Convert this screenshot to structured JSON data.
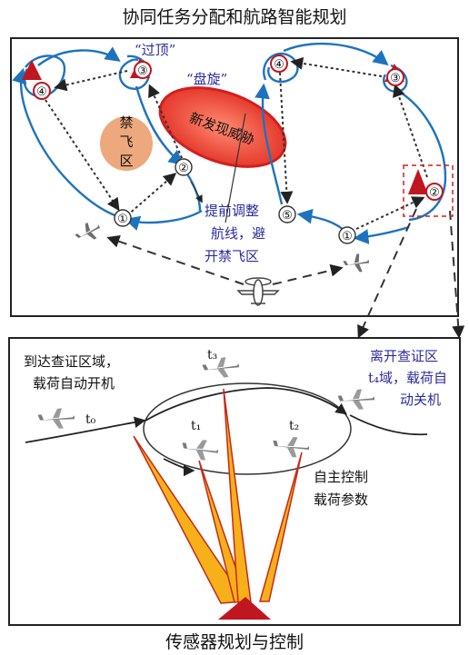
{
  "top_title": "协同任务分配和航路智能规划",
  "bottom_title": "传感器规划与控制",
  "top_panel": {
    "no_fly_zone": [
      "禁",
      "飞",
      "区"
    ],
    "new_threat": "新发现威胁",
    "overhead_label": "“过顶”",
    "circling_label": "“盘旋”",
    "adjust_note": [
      "提前调整",
      "航线，避",
      "开禁飞区"
    ],
    "waypoints": {
      "left_loop": [
        "①",
        "②",
        "③",
        "④",
        "⑤"
      ],
      "right_loop": [
        "①",
        "②",
        "③",
        "④"
      ]
    }
  },
  "bottom_panel": {
    "enter_note": [
      "到达查证区域，",
      "载荷自动开机"
    ],
    "leave_note": [
      "离开查证区",
      "t₄域，载荷自",
      "动关机"
    ],
    "control_note": [
      "自主控制",
      "载荷参数"
    ],
    "times": [
      "t₀",
      "t₁",
      "t₂",
      "t₃"
    ]
  },
  "colors": {
    "route": "#1e73be",
    "threat_fill": "#e63a2e",
    "threat_stroke": "#d21f1f",
    "no_fly_fill": "#eda97d",
    "target": "#c0161f",
    "beam_fill": "#f5b01a",
    "beam_stroke": "#c42a1a",
    "label_blue": "#2b2b9e"
  }
}
